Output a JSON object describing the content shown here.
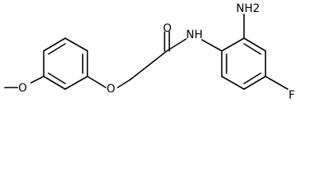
{
  "molecule": {
    "atoms": {
      "amino": "NH2",
      "amide_nh": "NH",
      "carbonyl_o": "O",
      "ether_o": "O",
      "methoxy_o": "O",
      "fluorine": "F"
    }
  },
  "colors": {
    "bond": "#000000",
    "background": "#ffffff"
  }
}
